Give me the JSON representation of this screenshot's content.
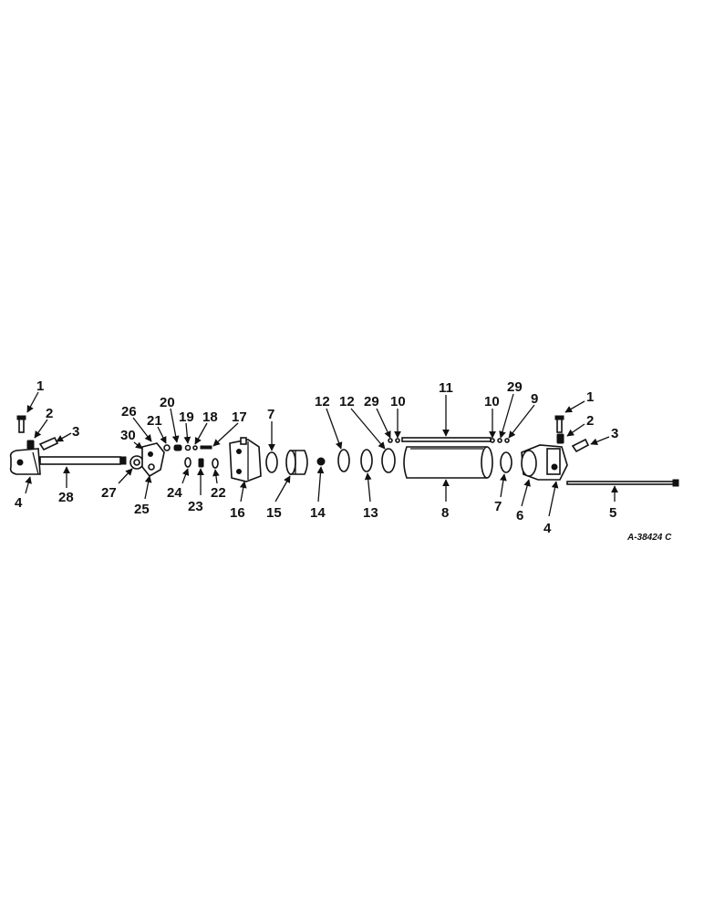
{
  "diagram": {
    "reference": "A-38424 C",
    "callouts": [
      "1",
      "2",
      "3",
      "4",
      "28",
      "26",
      "30",
      "27",
      "25",
      "20",
      "21",
      "19",
      "18",
      "17",
      "24",
      "23",
      "22",
      "16",
      "7",
      "15",
      "14",
      "12",
      "12",
      "13",
      "29",
      "10",
      "11",
      "8",
      "10",
      "29",
      "9",
      "7",
      "6",
      "1",
      "2",
      "3",
      "4",
      "5"
    ]
  },
  "colors": {
    "ink": "#111111",
    "paper": "#ffffff"
  }
}
